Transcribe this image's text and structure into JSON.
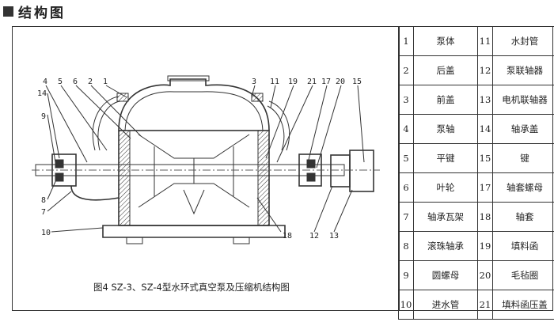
{
  "heading": "结构图",
  "caption": "图4 SZ-3、SZ-4型水环式真空泵及压缩机结构图",
  "callouts": [
    "4",
    "5",
    "6",
    "2",
    "1",
    "3",
    "11",
    "19",
    "21",
    "17",
    "20",
    "15",
    "14",
    "9",
    "8",
    "7",
    "10",
    "18",
    "12",
    "13"
  ],
  "parts_table": [
    {
      "left_num": "1",
      "left_name": "泵体",
      "right_num": "11",
      "right_name": "水封管"
    },
    {
      "left_num": "2",
      "left_name": "后盖",
      "right_num": "12",
      "right_name": "泵联轴器"
    },
    {
      "left_num": "3",
      "left_name": "前盖",
      "right_num": "13",
      "right_name": "电机联轴器"
    },
    {
      "left_num": "4",
      "left_name": "泵轴",
      "right_num": "14",
      "right_name": "轴承盖"
    },
    {
      "left_num": "5",
      "left_name": "平键",
      "right_num": "15",
      "right_name": "键"
    },
    {
      "left_num": "6",
      "left_name": "叶轮",
      "right_num": "17",
      "right_name": "轴套螺母"
    },
    {
      "left_num": "7",
      "left_name": "轴承瓦架",
      "right_num": "18",
      "right_name": "轴套"
    },
    {
      "left_num": "8",
      "left_name": "滚珠轴承",
      "right_num": "19",
      "right_name": "填料函"
    },
    {
      "left_num": "9",
      "left_name": "圆螺母",
      "right_num": "20",
      "right_name": "毛毡圈"
    },
    {
      "left_num": "10",
      "left_name": "进水管",
      "right_num": "21",
      "right_name": "填料函压盖"
    }
  ]
}
